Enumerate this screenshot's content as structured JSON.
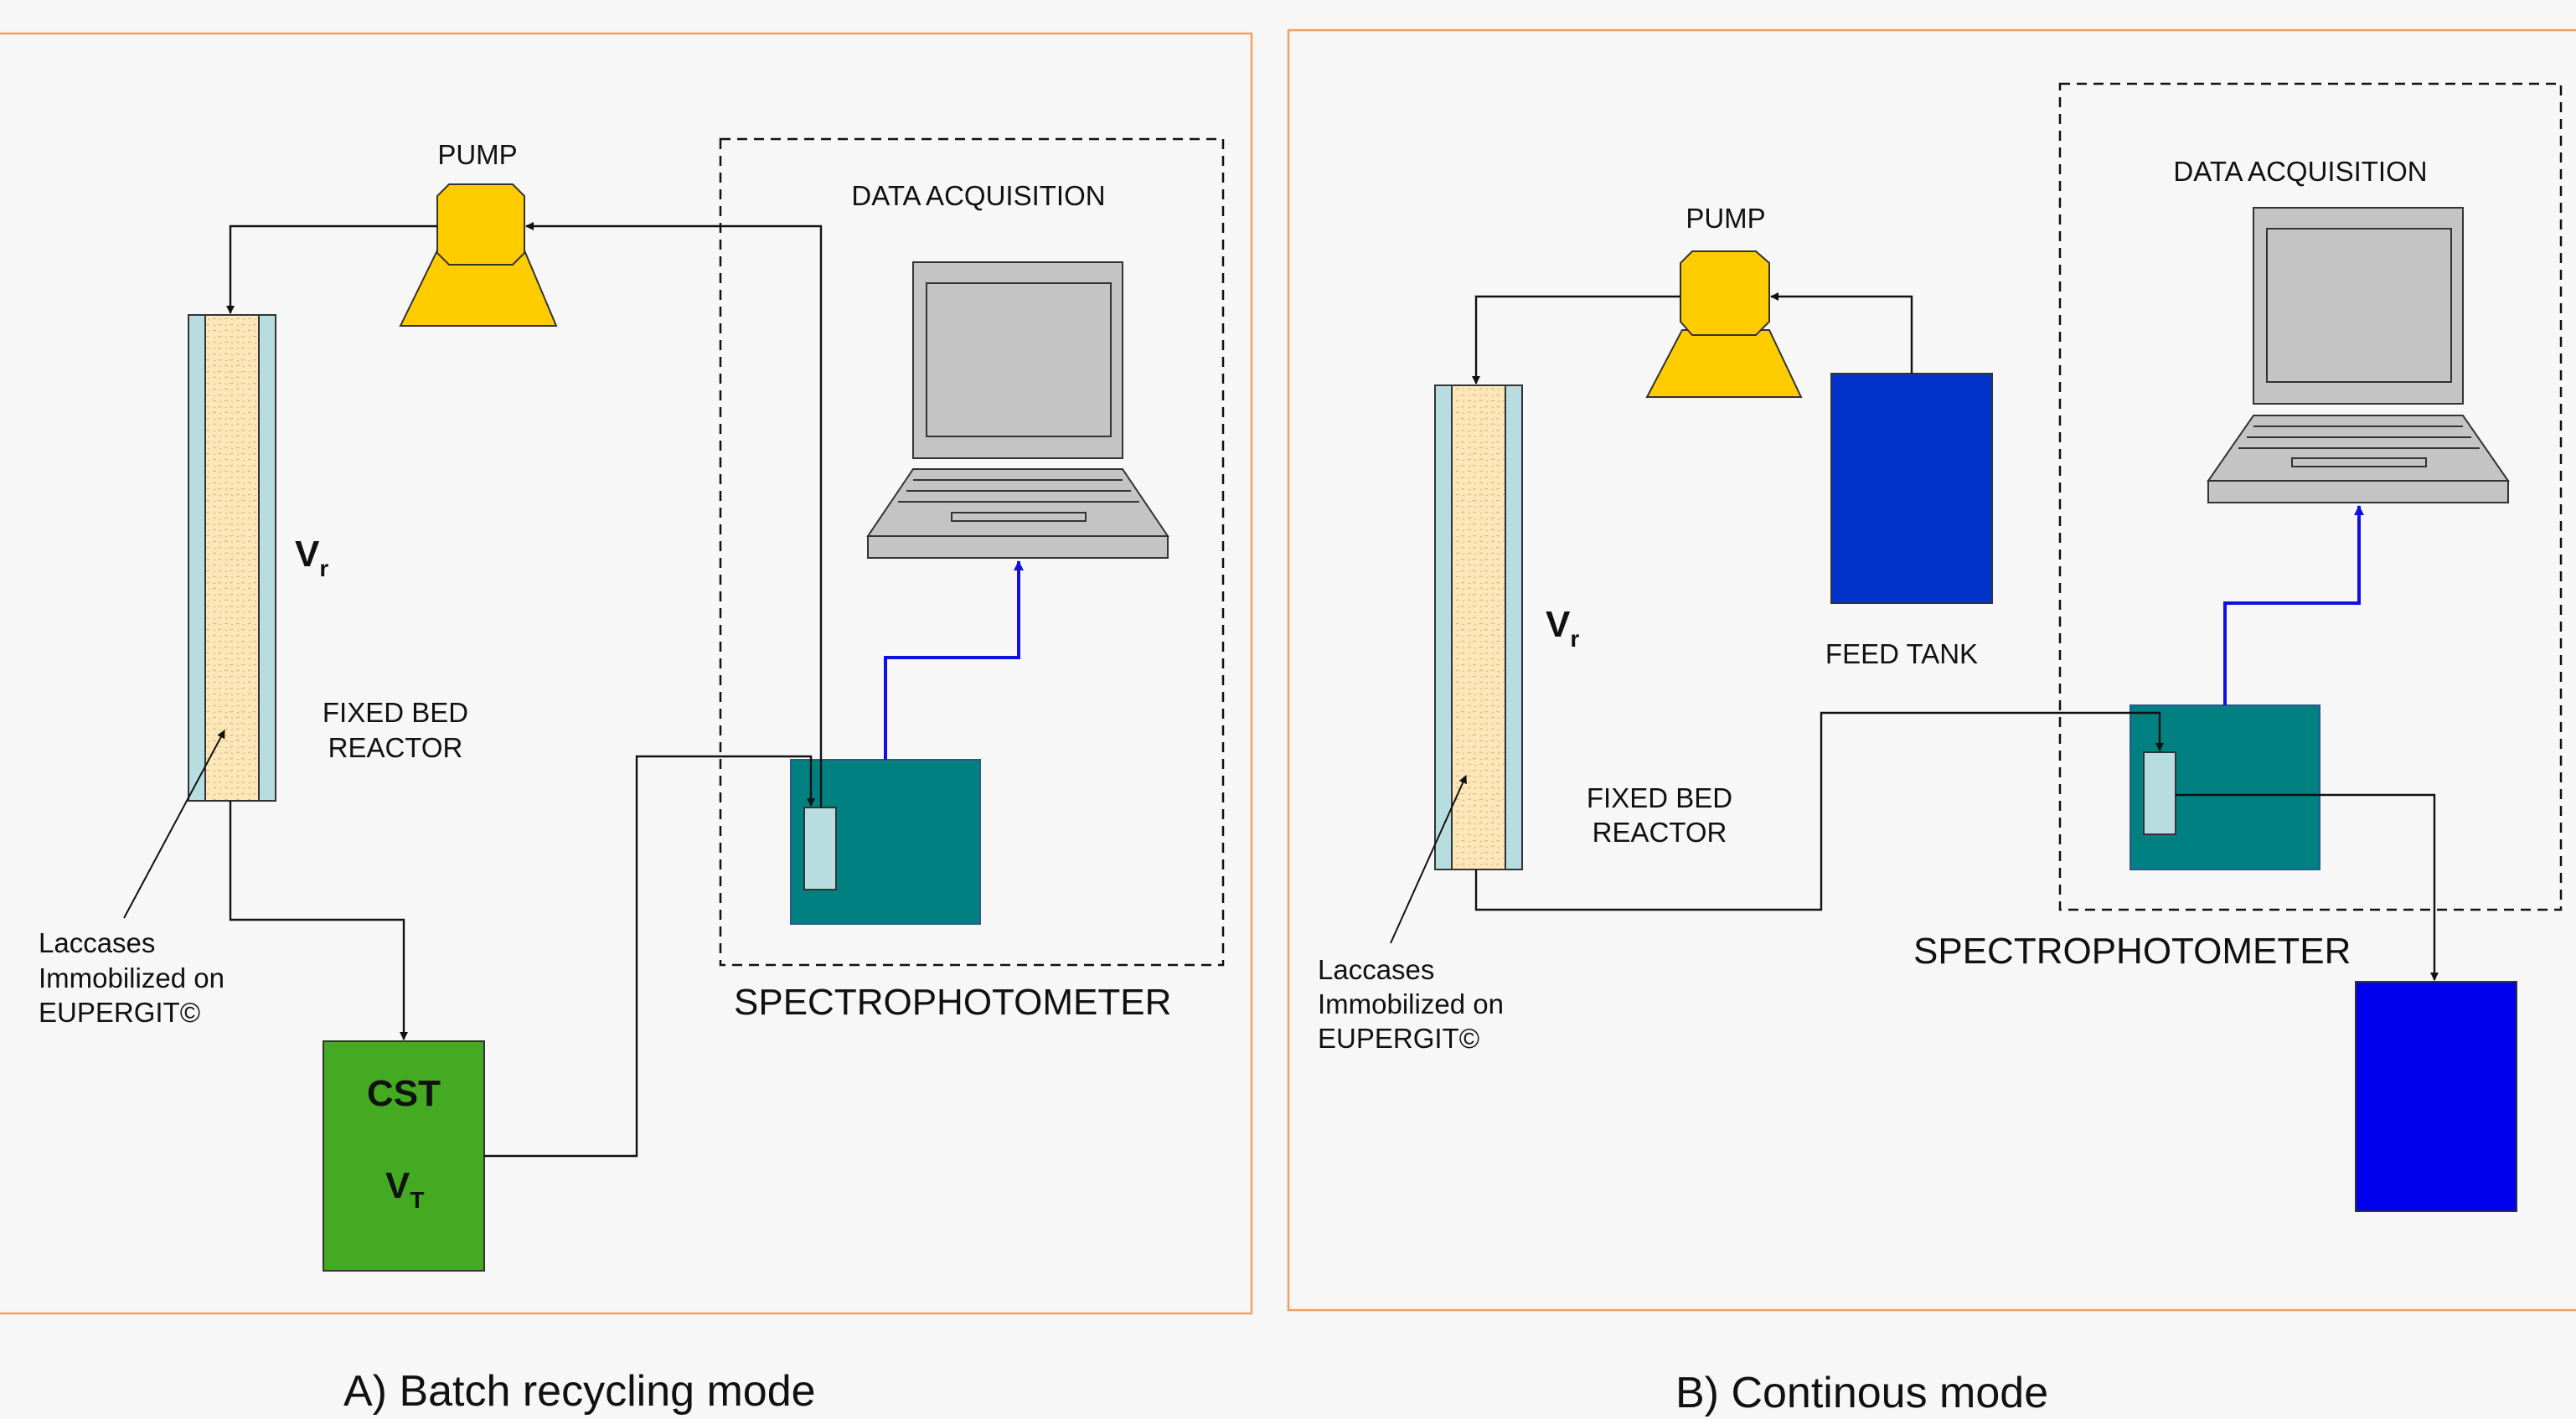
{
  "panel_a": {
    "pump_label": "PUMP",
    "data_acquisition_label": "DATA ACQUISITION",
    "reactor_symbol": "V",
    "reactor_symbol_sub": "r",
    "reactor_label_line1": "FIXED BED",
    "reactor_label_line2": "REACTOR",
    "enzyme_label_line1": "Laccases",
    "enzyme_label_line2": "Immobilized on",
    "enzyme_label_line3": "EUPERGIT©",
    "tank_label": "CST",
    "tank_symbol": "V",
    "tank_symbol_sub": "T",
    "spectrophotometer_label": "SPECTROPHOTOMETER",
    "caption": "A) Batch recycling mode"
  },
  "panel_b": {
    "pump_label": "PUMP",
    "data_acquisition_label": "DATA ACQUISITION",
    "reactor_symbol": "V",
    "reactor_symbol_sub": "r",
    "feed_tank_label": "FEED TANK",
    "reactor_label_line1": "FIXED BED",
    "reactor_label_line2": "REACTOR",
    "enzyme_label_line1": "Laccases",
    "enzyme_label_line2": "Immobilized on",
    "enzyme_label_line3": "EUPERGIT©",
    "spectrophotometer_label": "SPECTROPHOTOMETER",
    "caption": "B) Continous mode"
  },
  "colors": {
    "panel_border": "#f0a060",
    "pump": "#ffcc00",
    "cuvette": "#b8dde0",
    "spectrophotometer": "#008080",
    "cst_tank": "#44aa22",
    "feed_tank": "#0033cc",
    "collection_tank": "#0000ee",
    "signal_wire": "#1010e0",
    "packing": "#fbe7b8",
    "laptop": "#c4c4c4"
  },
  "icons": [
    "pump-icon",
    "laptop-icon",
    "reactor-column-icon",
    "cuvette-icon",
    "tank-icon"
  ]
}
